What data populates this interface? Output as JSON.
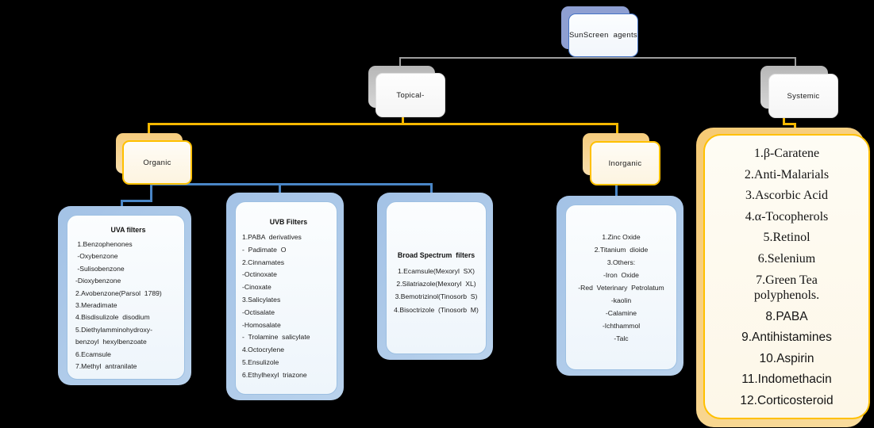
{
  "nodes": {
    "root": "SunScreen  agents",
    "topical": "Topical-",
    "systemic": "Systemic",
    "organic": "Organic",
    "inorganic": "Inorganic"
  },
  "uva": {
    "title": "UVA filters",
    "lines": [
      " 1.Benzophenones",
      " -Oxybenzone",
      " -Sulisobenzone",
      "-Dioxybenzone",
      "2.Avobenzone(Parsol  1789)",
      "3.Meradimate",
      "4.Bisdisulizole  disodium",
      "5.Diethylamminohydroxy-",
      "benzoyl  hexylbenzoate",
      "6.Ecamsule",
      "7.Methyl  antranilate"
    ]
  },
  "uvb": {
    "title": "UVB Filters",
    "lines": [
      "1.PABA  derivatives",
      "-  Padimate  O",
      "2.Cinnamates",
      "-Octinoxate",
      "-Cinoxate",
      "3.Salicylates",
      "-Octisalate",
      "-Homosalate",
      "-  Trolamine  salicylate",
      "4.Octocrylene",
      "5.Ensulizole",
      "6.Ethylhexyl  triazone"
    ]
  },
  "broad": {
    "title": "Broad Spectrum  filters",
    "lines": [
      "1.Ecamsule(Mexoryl  SX)",
      "2.Silatriazole(Mexoryl  XL)",
      "3.Bemotrizinol(Tinosorb  S)",
      "4.Bisoctrizole  (Tinosorb  M)"
    ]
  },
  "inorganic_list": {
    "lines": [
      "1.Zinc Oxide",
      "2.Titanium  dioide",
      "3.Others:",
      "-Iron  Oxide",
      "-Red  Veterinary  Petrolatum",
      "-kaolin",
      "-Calamine",
      "-Ichthammol",
      "-Talc"
    ]
  },
  "systemic_list": {
    "serif_items": [
      "1.β-Caratene",
      "2.Anti-Malarials",
      "3.Ascorbic Acid",
      "4.α-Tocopherols",
      "5.Retinol",
      "6.Selenium",
      "7.Green Tea polyphenols.",
      "8.PABA",
      "9.Antihistamines",
      "10.Aspirin",
      "11.Indomethacin",
      "12.Corticosteroid"
    ]
  },
  "colors": {
    "background": "#000000",
    "connector_gray": "#9d9d9d",
    "connector_orange": "#f5b800",
    "connector_blue": "#4a86c6",
    "root_shadow": "#8e9fd2",
    "root_border": "#4472c4",
    "gray_shadow": "#c0c0c0",
    "orange_accent": "#ffc000",
    "orange_shadow": "#f6cc7d",
    "blue_panel_frame": "#a9c6e8",
    "panel_fill": "#f2f7fc",
    "cream_fill": "#fdf7ea"
  }
}
